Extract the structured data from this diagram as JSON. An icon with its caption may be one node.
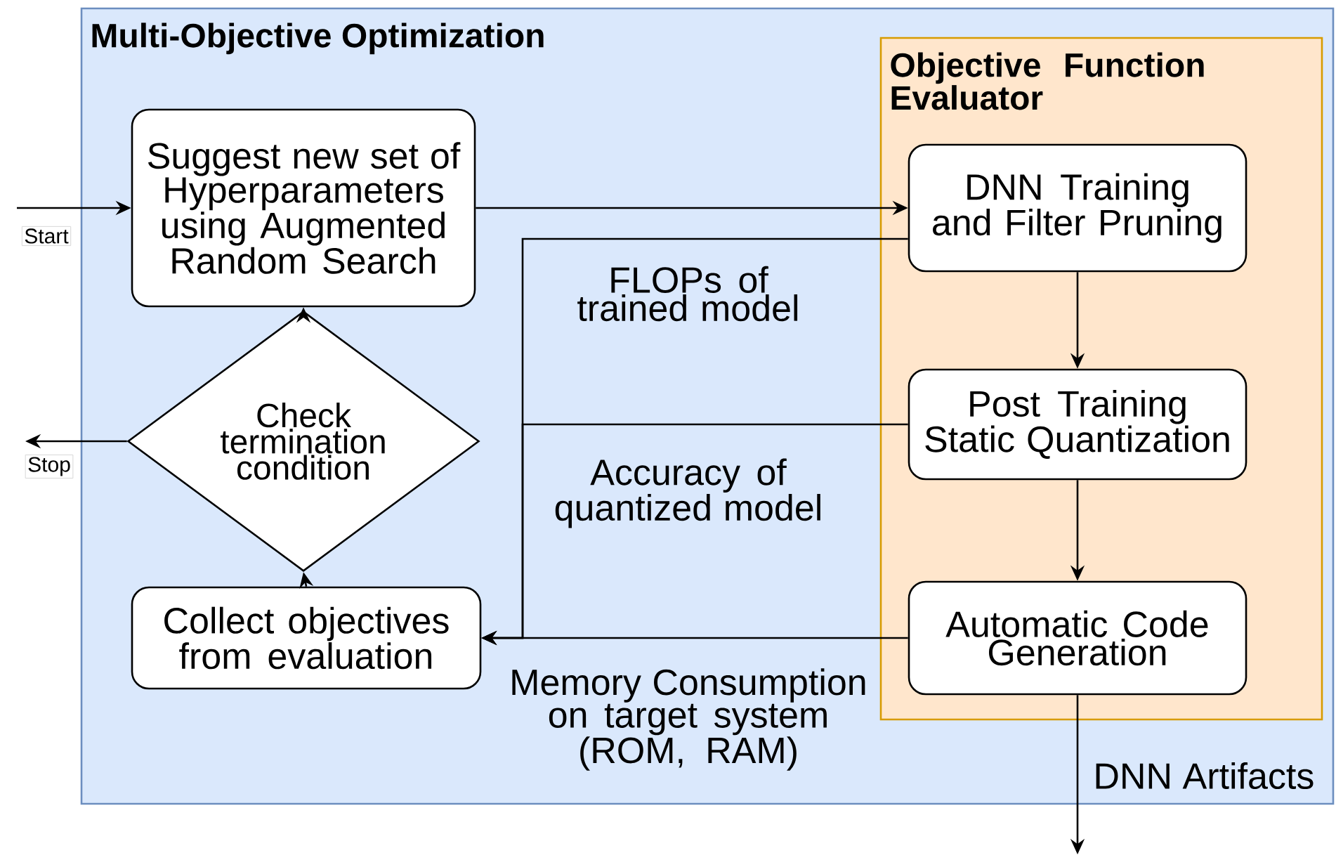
{
  "diagram": {
    "nodes": [
      {
        "text": [
          "Multi-Objective Optimization"
        ]
      },
      {
        "text": [
          "Suggest new set of Hyperparameters using Augmented Random Search"
        ],
        "in": 0
      },
      {
        "text": [
          "Check termination condition"
        ],
        "in": 0
      },
      {
        "text": [
          "Collect objectives from evaluation"
        ],
        "in": 0
      },
      {
        "text": [
          "Objective Function Evaluator"
        ],
        "in": 0
      },
      {
        "text": [
          "DNN Training and Filter Pruning"
        ],
        "in": 4
      },
      {
        "text": [
          "Post Training Static Quantization"
        ],
        "in": 4
      },
      {
        "text": [
          "Automatic Code Generation"
        ],
        "in": 4
      }
    ],
    "edges": [
      {
        "from": null,
        "to": 1,
        "arrow": "to",
        "label": "Start"
      },
      {
        "from": 1,
        "to": 5,
        "arrow": "to"
      },
      {
        "from": 5,
        "to": 6,
        "arrow": "to"
      },
      {
        "from": 6,
        "to": 7,
        "arrow": "to"
      },
      {
        "from": 5,
        "to": 3,
        "arrow": "to",
        "label": "FLOPs of trained model"
      },
      {
        "from": 6,
        "to": 3,
        "arrow": "to",
        "label": "Accuracy of quantized model"
      },
      {
        "from": 7,
        "to": 3,
        "arrow": "to",
        "label": "Memory Consumption on target system (ROM, RAM)"
      },
      {
        "from": 3,
        "to": 2,
        "arrow": "to"
      },
      {
        "from": 2,
        "to": 1,
        "arrow": "to"
      },
      {
        "from": 2,
        "to": null,
        "arrow": "to",
        "label": "Stop"
      },
      {
        "from": 7,
        "to": null,
        "arrow": "to",
        "label": "DNN Artifacts"
      }
    ]
  }
}
